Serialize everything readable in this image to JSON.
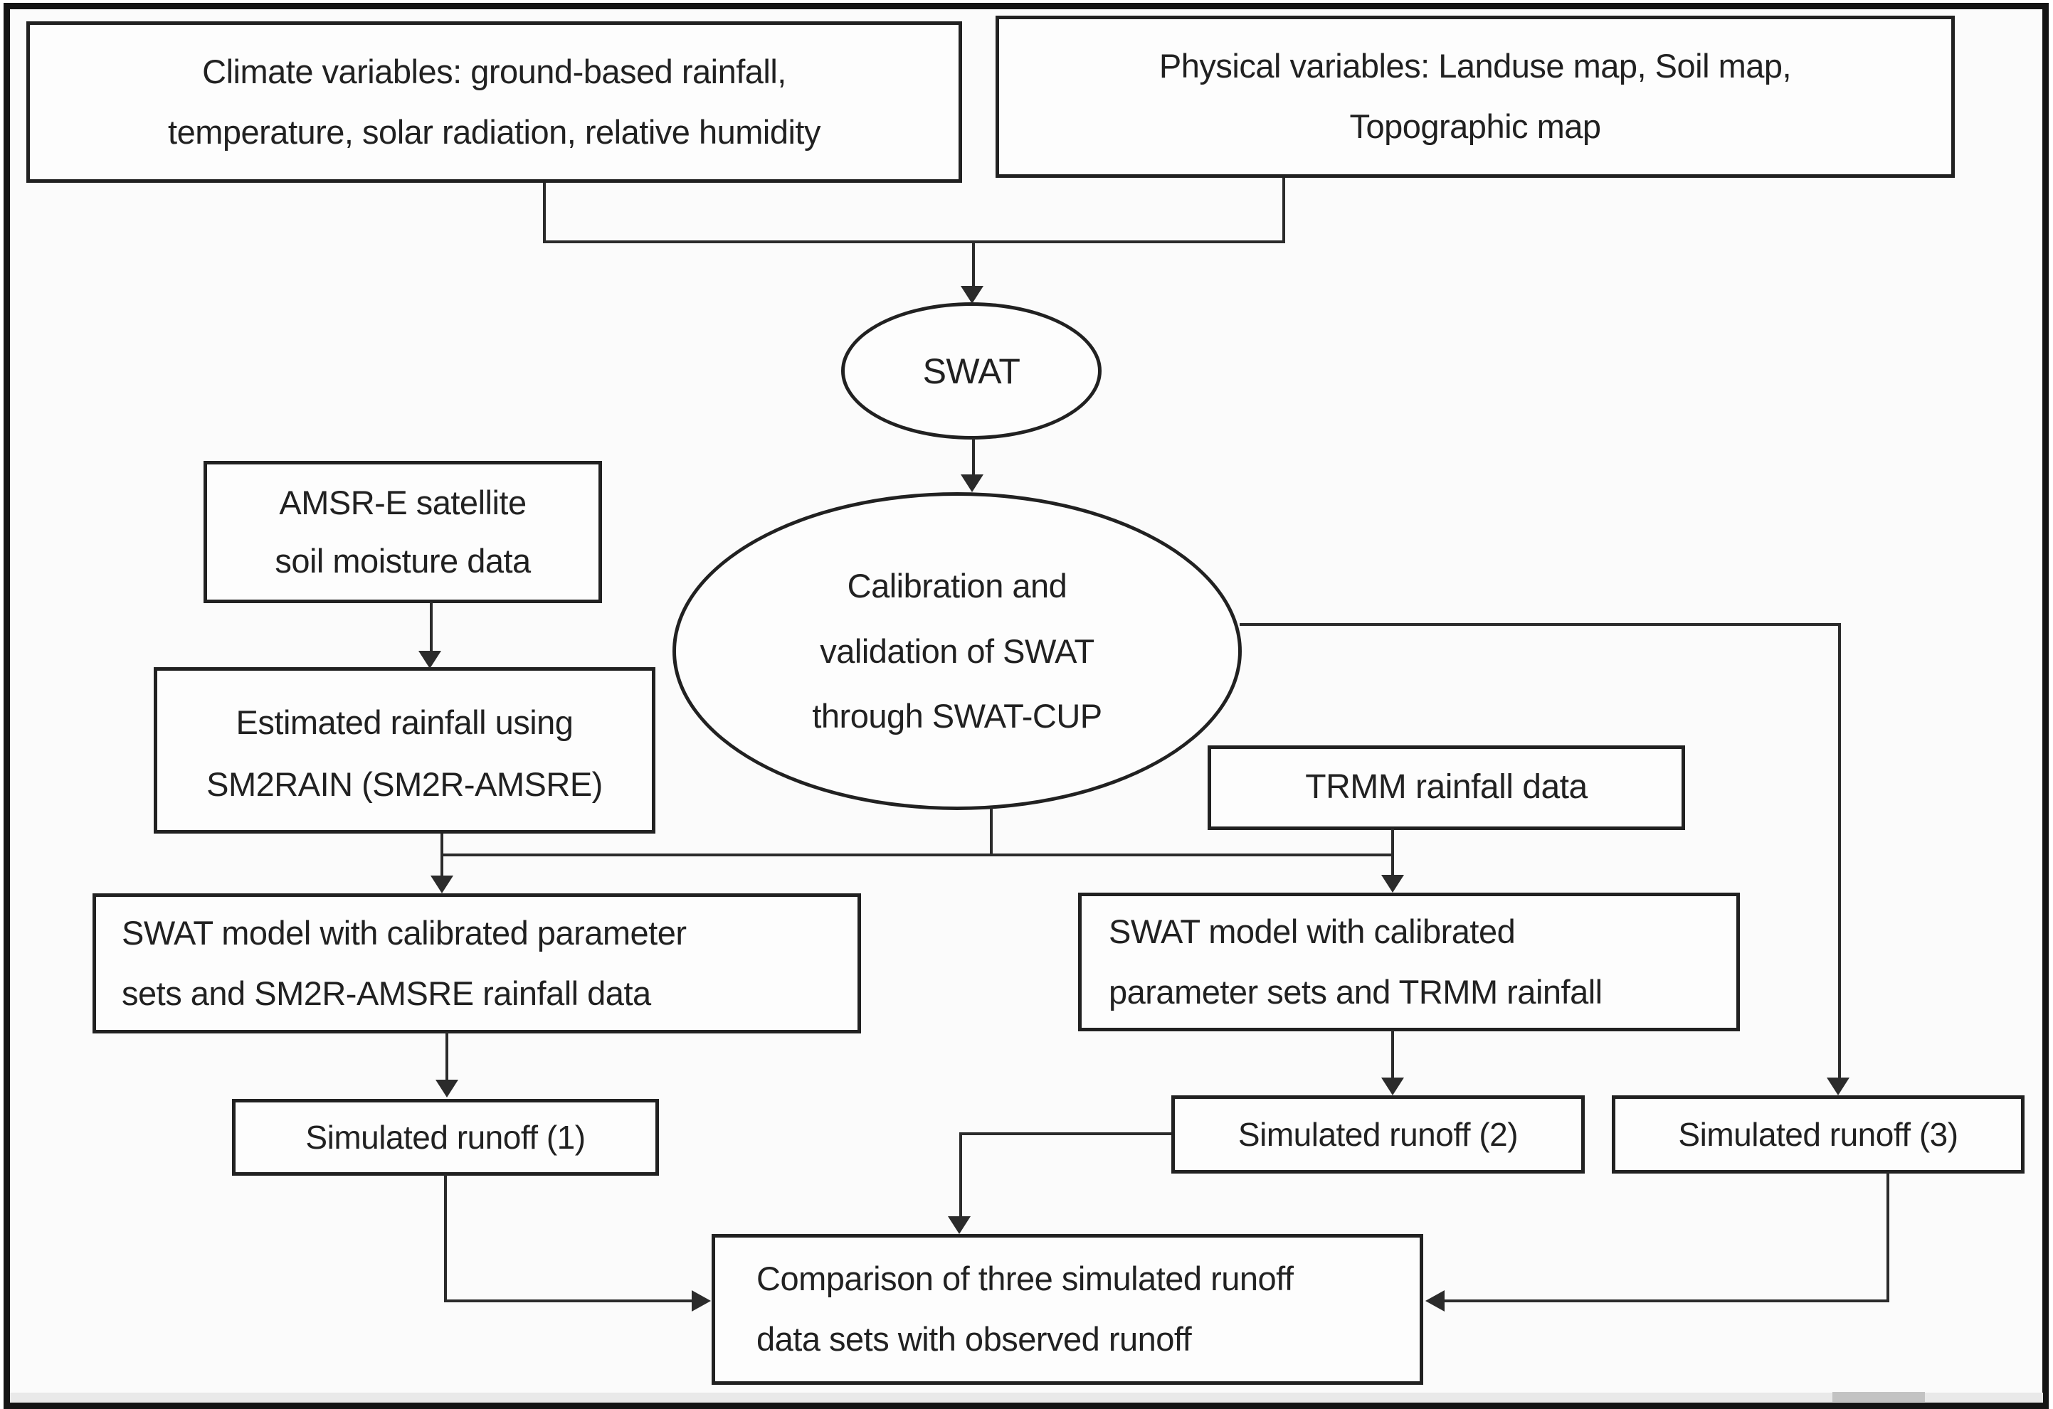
{
  "figure": {
    "title": "SWAT model calibration and runoff comparison flowchart",
    "nodes": {
      "climate": {
        "label": "Climate variables: ground-based rainfall,\ntemperature, solar radiation, relative humidity"
      },
      "physical": {
        "label": "Physical variables: Landuse map, Soil map,\nTopographic map"
      },
      "swat": {
        "label": "SWAT"
      },
      "calibration": {
        "label": "Calibration and\nvalidation of SWAT\nthrough SWAT-CUP"
      },
      "amsr": {
        "label": "AMSR-E satellite\nsoil moisture data"
      },
      "estimated": {
        "label": "Estimated rainfall using\nSM2RAIN (SM2R-AMSRE)"
      },
      "trmm": {
        "label": "TRMM rainfall data"
      },
      "swat_model_left": {
        "label": "SWAT model with calibrated parameter\nsets and SM2R-AMSRE rainfall data"
      },
      "swat_model_right": {
        "label": "SWAT model with calibrated\nparameter sets and TRMM rainfall"
      },
      "runoff1": {
        "label": "Simulated runoff (1)"
      },
      "runoff2": {
        "label": "Simulated runoff (2)"
      },
      "runoff3": {
        "label": "Simulated runoff (3)"
      },
      "comparison": {
        "label": "Comparison of three simulated runoff\ndata sets with observed runoff"
      }
    }
  },
  "colors": {
    "ink": "#212121",
    "line": "#2b2b2b",
    "frame": "#141414",
    "bg": "#fbfbfb",
    "box": "#fdfdfd",
    "track": "#e9e9e9",
    "thumb": "#c3c3c3"
  }
}
